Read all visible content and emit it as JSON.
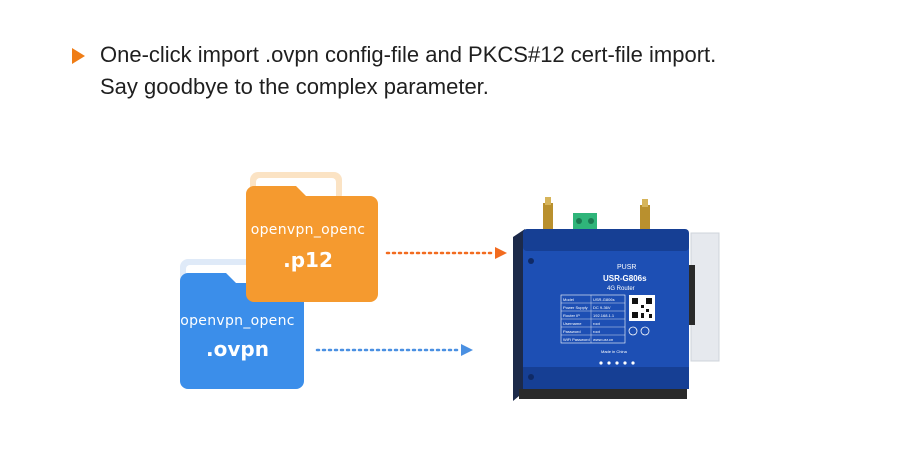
{
  "headline": {
    "bullet_color": "#ef7d16",
    "line1": "One-click import .ovpn config-file and PKCS#12 cert-file import.",
    "line2": "Say goodbye to the complex parameter."
  },
  "files": [
    {
      "name": "openvpn_openc",
      "extension": ".p12",
      "color": "#f59a2f",
      "icon": "folder-icon"
    },
    {
      "name": "openvpn_openc",
      "extension": ".ovpn",
      "color": "#3b8eea",
      "icon": "folder-icon"
    }
  ],
  "arrows": [
    {
      "color": "#f26b1f"
    },
    {
      "color": "#4a90e2"
    }
  ],
  "device": {
    "brand": "PUSR",
    "model": "USR-G806s",
    "type": "4G Router",
    "label_rows": [
      [
        "Model",
        "USR-G806s"
      ],
      [
        "Power Supply",
        "DC 9-36V"
      ],
      [
        "Router IP",
        "192.168.1.1"
      ],
      [
        "Username",
        "root"
      ],
      [
        "Password",
        "root"
      ],
      [
        "WiFi Password",
        "www.usr.cn"
      ]
    ],
    "origin": "Made in China"
  }
}
